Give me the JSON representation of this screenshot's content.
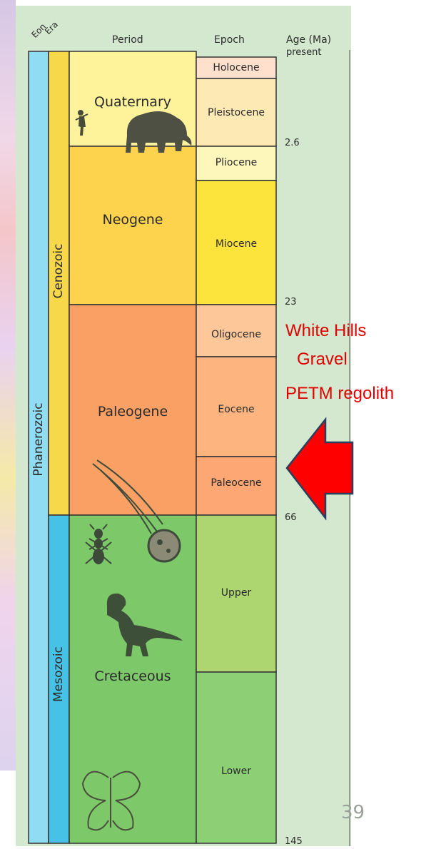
{
  "headers": {
    "eon": "Eon",
    "era": "Era",
    "period": "Period",
    "epoch": "Epoch",
    "age_line1": "Age (Ma)",
    "age_line2": "present"
  },
  "eons": [
    "Phanerozoic"
  ],
  "eras": [
    "Cenozoic",
    "Mesozoic"
  ],
  "periods": [
    "Quaternary",
    "Neogene",
    "Paleogene",
    "Cretaceous"
  ],
  "epochs": [
    "Holocene",
    "Pleistocene",
    "Pliocene",
    "Miocene",
    "Oligocene",
    "Eocene",
    "Paleocene",
    "Upper",
    "Lower"
  ],
  "ages": [
    "2.6",
    "23",
    "66",
    "145"
  ],
  "annotation": {
    "line1": "White Hills",
    "line2": "Gravel",
    "line3": "PETM regolith"
  },
  "page_number": "39",
  "icons": [
    "human-icon",
    "mammoth-icon",
    "meteor-icon",
    "ant-icon",
    "dinosaur-icon",
    "butterfly-icon",
    "arrow-icon"
  ],
  "colors": {
    "phanerozoic": "#8fdcf3",
    "cenozoic": "#f7d84a",
    "mesozoic": "#46c2e6",
    "quaternary": "#fef29a",
    "neogene": "#fdd24c",
    "paleogene": "#fba065",
    "cretaceous": "#7dc96a",
    "annotation": "#e00000",
    "arrow": "#ff0000"
  }
}
